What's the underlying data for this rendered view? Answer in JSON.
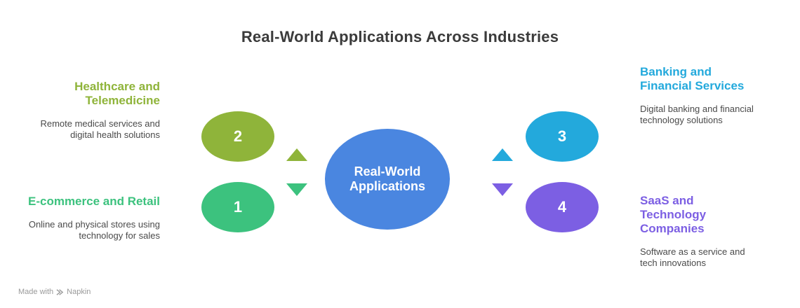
{
  "title": "Real-World Applications Across Industries",
  "center_label": "Real-World Applications",
  "items": [
    {
      "number": "1",
      "heading": "E-commerce and Retail",
      "description": "Online and physical stores using technology for sales",
      "color": "#3cc27e",
      "heading_color": "#3cc27e"
    },
    {
      "number": "2",
      "heading": "Healthcare and Telemedicine",
      "description": "Remote medical services and digital health solutions",
      "color": "#8fb43a",
      "heading_color": "#8fb43a"
    },
    {
      "number": "3",
      "heading": "Banking and Financial Services",
      "description": "Digital banking and financial technology solutions",
      "color": "#23a9dc",
      "heading_color": "#23a9dc"
    },
    {
      "number": "4",
      "heading": "SaaS and Technology Companies",
      "description": "Software as a service and tech innovations",
      "color": "#7c5fe3",
      "heading_color": "#7c5fe3"
    }
  ],
  "center_color": "#4a86e0",
  "footer": {
    "made_with": "Made with",
    "brand": "Napkin",
    "icon": "napkin-icon"
  }
}
